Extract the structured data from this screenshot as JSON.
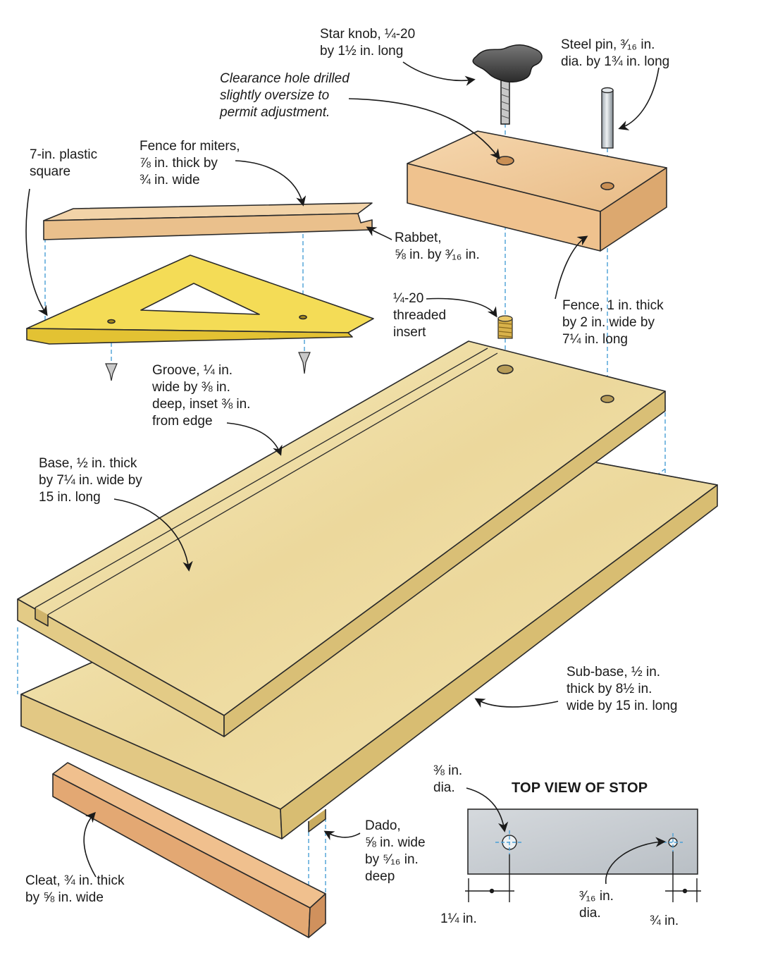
{
  "labels": {
    "star_knob": "Star knob, ¼-20\nby 1½ in. long",
    "steel_pin": "Steel pin, ³⁄₁₆ in.\ndia. by 1¾ in. long",
    "clearance_hole": "Clearance hole drilled\nslightly oversize to\npermit adjustment.",
    "plastic_square": "7-in. plastic\nsquare",
    "miter_fence": "Fence for miters,\n⅞ in. thick by\n¾ in. wide",
    "rabbet": "Rabbet,\n⅝ in. by ³⁄₁₆ in.",
    "threaded_insert": "¼-20\nthreaded\ninsert",
    "fence": "Fence, 1 in. thick\nby 2 in. wide by\n7¼ in. long",
    "groove": "Groove, ¼ in.\nwide by ⅜ in.\ndeep, inset ⅜ in.\nfrom edge",
    "base": "Base, ½ in. thick\nby 7¼ in. wide by\n15 in. long",
    "sub_base": "Sub-base, ½ in.\nthick by 8½ in.\nwide by 15 in. long",
    "dado": "Dado,\n⅝ in. wide\nby ⁵⁄₁₆ in.\ndeep",
    "cleat": "Cleat, ¾ in. thick\nby ⅝ in. wide",
    "hole_38": "⅜ in.\ndia.",
    "hole_316": "³⁄₁₆ in.\ndia.",
    "dim_114": "1¼ in.",
    "dim_34": "¾ in."
  },
  "top_view": {
    "title": "TOP VIEW OF STOP"
  },
  "colors": {
    "board_light": "#f3e6b4",
    "board_mid": "#ead79a",
    "board_edge": "#dcc27a",
    "fence_wood": "#eec89a",
    "cleat_wood": "#e7b07c",
    "square_yellow": "#f2d64a",
    "stop_gray": "#c8cdd2",
    "guide_blue": "#4a9fd6",
    "line": "#2a2a2a"
  }
}
